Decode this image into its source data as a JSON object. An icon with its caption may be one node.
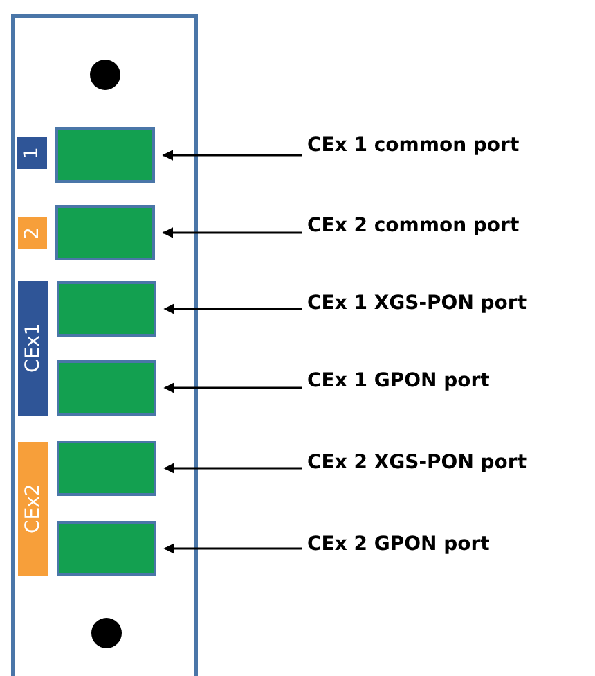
{
  "diagram": {
    "nodes": [
      {
        "text": [],
        "shape": "box"
      },
      {
        "text": [
          "1"
        ],
        "in": 0
      },
      {
        "text": [],
        "shape": "box",
        "in": 0
      },
      {
        "text": [
          "2"
        ],
        "in": 0
      },
      {
        "text": [],
        "shape": "box",
        "in": 0
      },
      {
        "text": [
          "CEx1"
        ],
        "in": 0
      },
      {
        "text": [],
        "shape": "box",
        "in": 0
      },
      {
        "text": [],
        "shape": "box",
        "in": 0
      },
      {
        "text": [
          "CEx2"
        ],
        "in": 0
      },
      {
        "text": [],
        "shape": "box",
        "in": 0
      },
      {
        "text": [],
        "shape": "box",
        "in": 0
      },
      {
        "text": [
          "CEx 1 common port"
        ]
      },
      {
        "text": [
          "CEx 2 common port"
        ]
      },
      {
        "text": [
          "CEx 1 XGS-PON port"
        ]
      },
      {
        "text": [
          "CEx 1 GPON port"
        ]
      },
      {
        "text": [
          "CEx 2 XGS-PON port"
        ]
      },
      {
        "text": [
          "CEx 2 GPON port"
        ]
      }
    ],
    "edges": [
      {
        "from": 11,
        "to": 2,
        "arrow": "to"
      },
      {
        "from": 12,
        "to": 4,
        "arrow": "to"
      },
      {
        "from": 13,
        "to": 6,
        "arrow": "to"
      },
      {
        "from": 14,
        "to": 7,
        "arrow": "to"
      },
      {
        "from": 15,
        "to": 9,
        "arrow": "to"
      },
      {
        "from": 16,
        "to": 10,
        "arrow": "to"
      }
    ]
  }
}
